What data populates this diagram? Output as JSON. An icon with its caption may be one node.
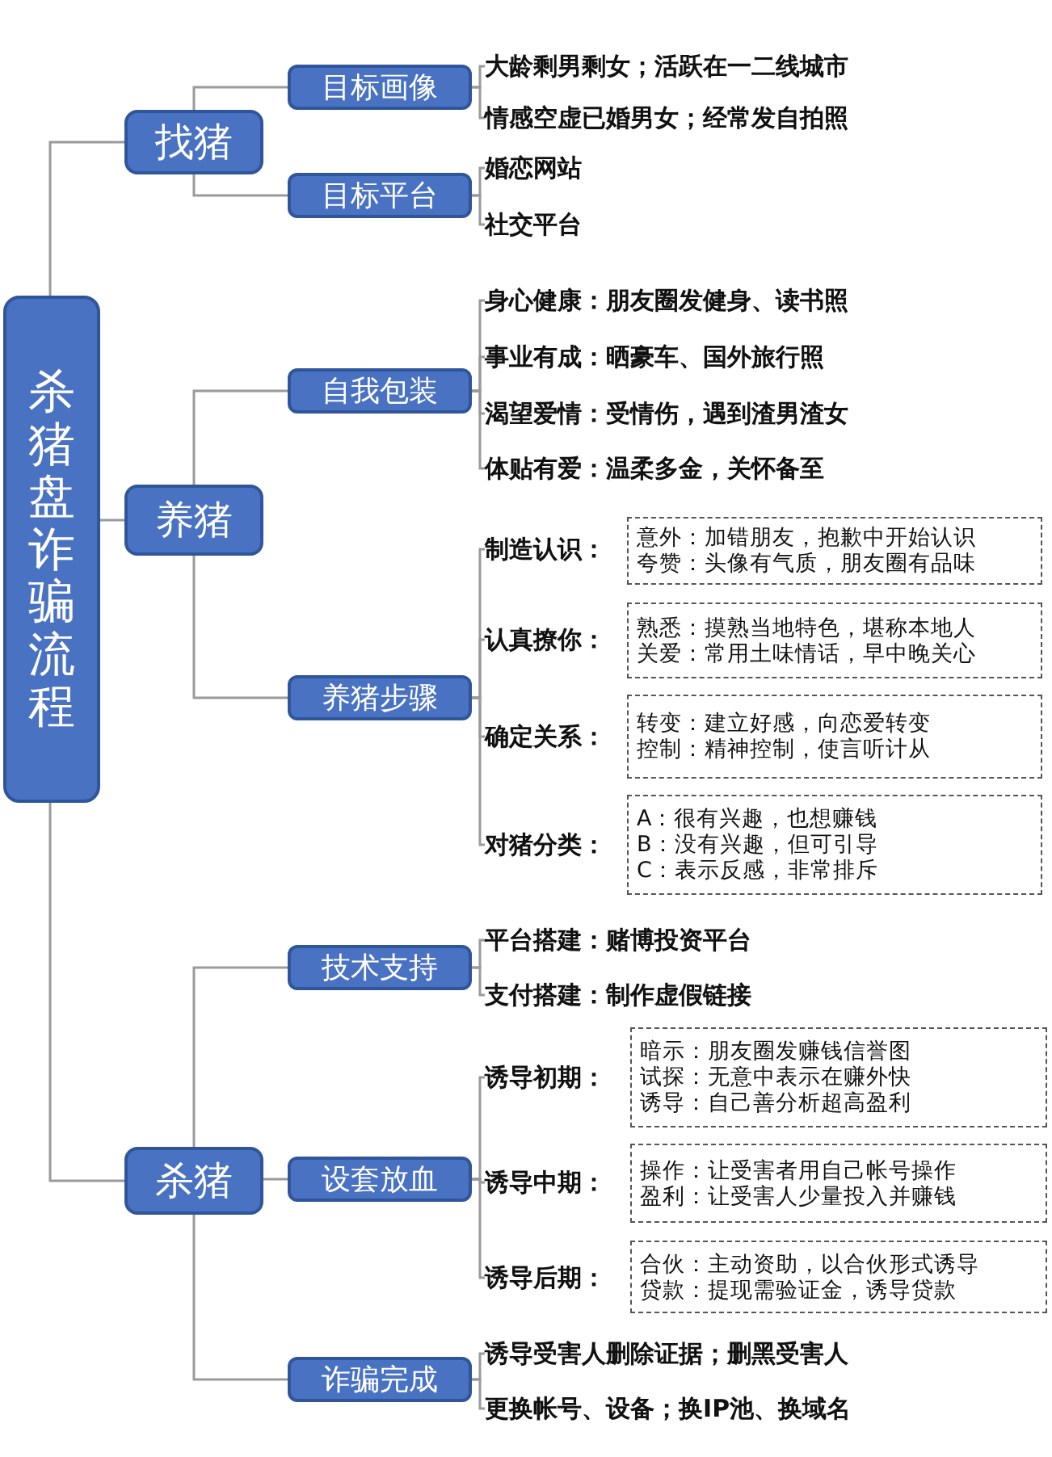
{
  "diagram": {
    "nodes": [
      {
        "text": [
          "杀猪盘诈骗流程"
        ]
      },
      {
        "text": [
          "找猪"
        ]
      },
      {
        "text": [
          "目标画像"
        ]
      },
      {
        "text": [
          "大龄剩男剩女；活跃在一二线城市"
        ]
      },
      {
        "text": [
          "情感空虚已婚男女；经常发自拍照"
        ]
      },
      {
        "text": [
          "目标平台"
        ]
      },
      {
        "text": [
          "婚恋网站"
        ]
      },
      {
        "text": [
          "社交平台"
        ]
      },
      {
        "text": [
          "养猪"
        ]
      },
      {
        "text": [
          "自我包装"
        ]
      },
      {
        "text": [
          "身心健康：朋友圈发健身、读书照"
        ]
      },
      {
        "text": [
          "事业有成：晒豪车、国外旅行照"
        ]
      },
      {
        "text": [
          "渴望爱情：受情伤，遇到渣男渣女"
        ]
      },
      {
        "text": [
          "体贴有爱：温柔多金，关怀备至"
        ]
      },
      {
        "text": [
          "养猪步骤"
        ]
      },
      {
        "text": [
          "制造认识："
        ]
      },
      {
        "text": [
          "意外：加错朋友，抱歉中开始认识",
          "夸赞：头像有气质，朋友圈有品味"
        ]
      },
      {
        "text": [
          "认真撩你："
        ]
      },
      {
        "text": [
          "熟悉：摸熟当地特色，堪称本地人",
          "关爱：常用土味情话，早中晚关心"
        ]
      },
      {
        "text": [
          "确定关系："
        ]
      },
      {
        "text": [
          "转变：建立好感，向恋爱转变",
          "控制：精神控制，使言听计从"
        ]
      },
      {
        "text": [
          "对猪分类："
        ]
      },
      {
        "text": [
          "A：很有兴趣，也想赚钱",
          "B：没有兴趣，但可引导",
          "C：表示反感，非常排斥"
        ]
      },
      {
        "text": [
          "杀猪"
        ]
      },
      {
        "text": [
          "技术支持"
        ]
      },
      {
        "text": [
          "平台搭建：赌博投资平台"
        ]
      },
      {
        "text": [
          "支付搭建：制作虚假链接"
        ]
      },
      {
        "text": [
          "设套放血"
        ]
      },
      {
        "text": [
          "诱导初期："
        ]
      },
      {
        "text": [
          "暗示：朋友圈发赚钱信誉图",
          "试探：无意中表示在赚外快",
          "诱导：自己善分析超高盈利"
        ]
      },
      {
        "text": [
          "诱导中期："
        ]
      },
      {
        "text": [
          "操作：让受害者用自己帐号操作",
          "盈利：让受害人少量投入并赚钱"
        ]
      },
      {
        "text": [
          "诱导后期："
        ]
      },
      {
        "text": [
          "合伙：主动资助，以合伙形式诱导",
          "贷款：提现需验证金，诱导贷款"
        ]
      },
      {
        "text": [
          "诈骗完成"
        ]
      },
      {
        "text": [
          "诱导受害人删除证据；删黑受害人"
        ]
      },
      {
        "text": [
          "更换帐号、设备；换IP池、换域名"
        ]
      }
    ],
    "edges": [
      {
        "from": 0,
        "to": 1,
        "arrow": "none"
      },
      {
        "from": 0,
        "to": 8,
        "arrow": "none"
      },
      {
        "from": 0,
        "to": 23,
        "arrow": "none"
      },
      {
        "from": 1,
        "to": 2,
        "arrow": "none"
      },
      {
        "from": 1,
        "to": 5,
        "arrow": "none"
      },
      {
        "from": 2,
        "to": 3,
        "arrow": "none"
      },
      {
        "from": 2,
        "to": 4,
        "arrow": "none"
      },
      {
        "from": 5,
        "to": 6,
        "arrow": "none"
      },
      {
        "from": 5,
        "to": 7,
        "arrow": "none"
      },
      {
        "from": 8,
        "to": 9,
        "arrow": "none"
      },
      {
        "from": 8,
        "to": 14,
        "arrow": "none"
      },
      {
        "from": 9,
        "to": 10,
        "arrow": "none"
      },
      {
        "from": 9,
        "to": 11,
        "arrow": "none"
      },
      {
        "from": 9,
        "to": 12,
        "arrow": "none"
      },
      {
        "from": 9,
        "to": 13,
        "arrow": "none"
      },
      {
        "from": 14,
        "to": 15,
        "arrow": "none"
      },
      {
        "from": 14,
        "to": 17,
        "arrow": "none"
      },
      {
        "from": 14,
        "to": 19,
        "arrow": "none"
      },
      {
        "from": 14,
        "to": 21,
        "arrow": "none"
      },
      {
        "from": 23,
        "to": 24,
        "arrow": "none"
      },
      {
        "from": 23,
        "to": 27,
        "arrow": "none"
      },
      {
        "from": 23,
        "to": 34,
        "arrow": "none"
      },
      {
        "from": 24,
        "to": 25,
        "arrow": "none"
      },
      {
        "from": 24,
        "to": 26,
        "arrow": "none"
      },
      {
        "from": 27,
        "to": 28,
        "arrow": "none"
      },
      {
        "from": 27,
        "to": 30,
        "arrow": "none"
      },
      {
        "from": 27,
        "to": 32,
        "arrow": "none"
      },
      {
        "from": 34,
        "to": 35,
        "arrow": "none"
      },
      {
        "from": 34,
        "to": 36,
        "arrow": "none"
      }
    ]
  }
}
